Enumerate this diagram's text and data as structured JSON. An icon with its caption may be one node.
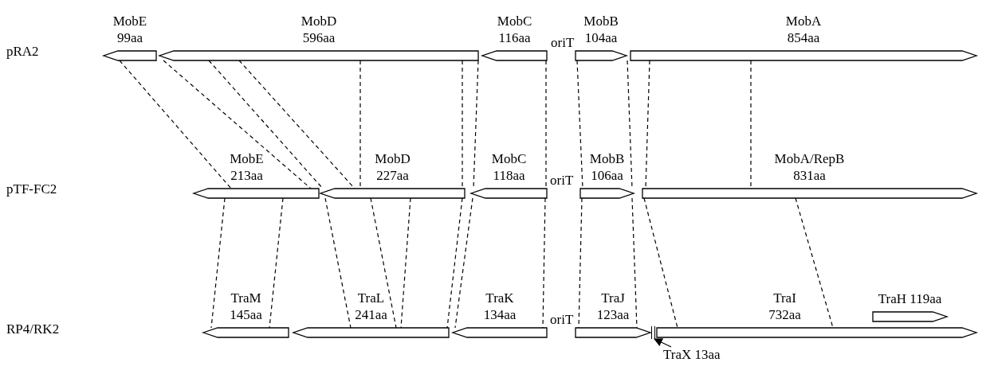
{
  "diagram": {
    "nodes": [
      {
        "text": [
          "MobE",
          "99aa"
        ]
      },
      {
        "text": [
          "MobD",
          "596aa"
        ]
      },
      {
        "text": [
          "MobC",
          "116aa"
        ]
      },
      {
        "text": [
          "MobB",
          "104aa"
        ]
      },
      {
        "text": [
          "MobA",
          "854aa"
        ]
      },
      {
        "text": [
          "MobE",
          "213aa"
        ]
      },
      {
        "text": [
          "MobD",
          "227aa"
        ]
      },
      {
        "text": [
          "MobC",
          "118aa"
        ]
      },
      {
        "text": [
          "MobB",
          "106aa"
        ]
      },
      {
        "text": [
          "MobA/RepB",
          "831aa"
        ]
      },
      {
        "text": [
          "TraM",
          "145aa"
        ]
      },
      {
        "text": [
          "TraL",
          "241aa"
        ]
      },
      {
        "text": [
          "TraK",
          "134aa"
        ]
      },
      {
        "text": [
          "TraJ",
          "123aa"
        ]
      },
      {
        "text": [],
        "shape": "bar"
      },
      {
        "text": [
          "TraI",
          "732aa"
        ]
      },
      {
        "text": [
          "TraH 119aa"
        ]
      },
      {
        "text": [
          "TraX 13aa"
        ]
      }
    ],
    "edges": [
      {
        "from": 0,
        "to": 5,
        "arrow": "none",
        "style": "dashed"
      },
      {
        "from": 1,
        "to": 5,
        "arrow": "none",
        "style": "dashed"
      },
      {
        "from": 1,
        "to": 6,
        "arrow": "none",
        "style": "dashed"
      },
      {
        "from": 1,
        "to": 6,
        "arrow": "none",
        "style": "dashed"
      },
      {
        "from": 1,
        "to": 6,
        "arrow": "none",
        "style": "dashed"
      },
      {
        "from": 1,
        "to": 6,
        "arrow": "none",
        "style": "dashed"
      },
      {
        "from": 2,
        "to": 7,
        "arrow": "none",
        "style": "dashed"
      },
      {
        "from": 2,
        "to": 7,
        "arrow": "none",
        "style": "dashed"
      },
      {
        "from": 3,
        "to": 8,
        "arrow": "none",
        "style": "dashed"
      },
      {
        "from": 3,
        "to": 8,
        "arrow": "none",
        "style": "dashed"
      },
      {
        "from": 4,
        "to": 9,
        "arrow": "none",
        "style": "dashed"
      },
      {
        "from": 4,
        "to": 9,
        "arrow": "none",
        "style": "dashed"
      },
      {
        "from": 5,
        "to": 10,
        "arrow": "none",
        "style": "dashed"
      },
      {
        "from": 5,
        "to": 10,
        "arrow": "none",
        "style": "dashed"
      },
      {
        "from": 6,
        "to": 11,
        "arrow": "none",
        "style": "dashed"
      },
      {
        "from": 6,
        "to": 11,
        "arrow": "none",
        "style": "dashed"
      },
      {
        "from": 6,
        "to": 11,
        "arrow": "none",
        "style": "dashed"
      },
      {
        "from": 6,
        "to": 11,
        "arrow": "none",
        "style": "dashed"
      },
      {
        "from": 7,
        "to": 12,
        "arrow": "none",
        "style": "dashed"
      },
      {
        "from": 7,
        "to": 12,
        "arrow": "none",
        "style": "dashed"
      },
      {
        "from": 8,
        "to": 13,
        "arrow": "none",
        "style": "dashed"
      },
      {
        "from": 8,
        "to": 13,
        "arrow": "none",
        "style": "dashed"
      },
      {
        "from": 9,
        "to": 15,
        "arrow": "none",
        "style": "dashed"
      },
      {
        "from": 9,
        "to": 15,
        "arrow": "none",
        "style": "dashed"
      },
      {
        "from": 17,
        "to": 14,
        "arrow": "to"
      }
    ],
    "labels": [
      "pRA2",
      "oriT",
      "pTF-FC2",
      "oriT",
      "RP4/RK2",
      "oriT"
    ]
  }
}
